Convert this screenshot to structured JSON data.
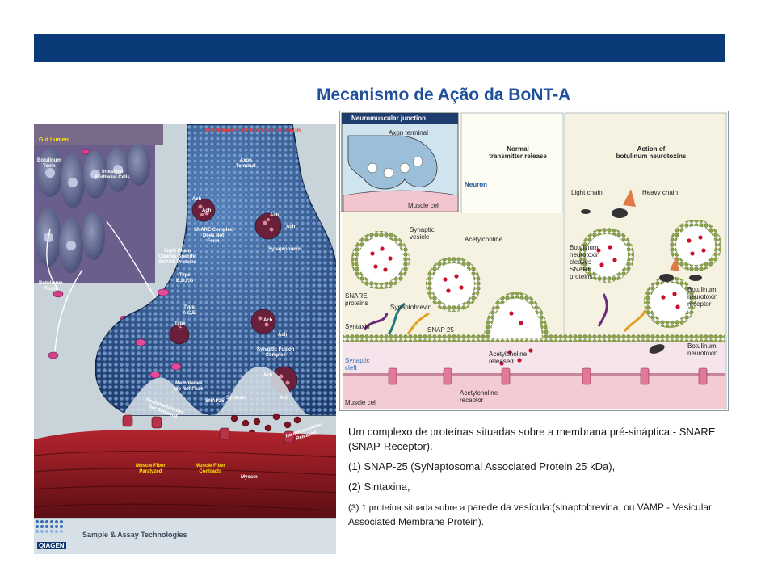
{
  "slide": {
    "title": "Mecanismo de Ação da BoNT-A"
  },
  "left_figure": {
    "heading": "Mechanism of Botulinum Toxin",
    "labels": {
      "gut_lumen": "Gut Lumen",
      "botulinum_toxin_top": "Botulinum\nToxin",
      "intestinal_cells": "Intestinal\nEpithelial Cells",
      "botulinum_toxin_side": "Botulinum\nToxin",
      "axon_terminal": "Axon\nTerminal",
      "ach_1": "Ach",
      "ach_2": "Ach",
      "ach_3": "Ach",
      "ach_4": "Ach",
      "ach_5": "Ach",
      "ach_6": "Ach",
      "ach_7": "Ach",
      "ach_8": "Ach",
      "snare_no_form": "SNARE Complex\nDoes Not\nForm",
      "synaptobrevin": "Synaptobrevin",
      "light_chain_cleaves": "Light Chain\nCleaves Specific\nSNARE Proteins",
      "type_befg": "Type\nB,D,F,G",
      "type_ace": "Type\nA,C,E",
      "type_c": "Type\nC",
      "synaptic_fusion": "Synaptic Fusion\nComplex",
      "membranes_no_fuse": "Membranes\nDo Not Fuse",
      "snap25": "SNAP25",
      "syntaxin": "Syntaxin",
      "neurotransmitter_not_released": "Neurotransmitter\nNot Released",
      "neurotransmitter_released": "Neurotransmitter\nReleased",
      "muscle_paralyzed": "Muscle Fiber\nParalyzed",
      "muscle_contracts": "Muscle Fiber\nContracts",
      "myosin": "Myosin"
    },
    "footer": {
      "brand": "QIAGEN",
      "tagline": "Sample & Assay Technologies"
    }
  },
  "right_figure": {
    "inset": {
      "heading": "Neuromuscular junction",
      "axon_terminal": "Axon terminal",
      "muscle_cell": "Muscle cell"
    },
    "panel_normal": {
      "heading": "Normal\ntransmitter release",
      "neuron": "Neuron",
      "synaptic_vesicle": "Synaptic\nvesicle",
      "acetylcholine": "Acetylcholine",
      "snare_proteins": "SNARE\nproteins",
      "synaptobrevin": "Synaptobrevin",
      "syntaxin": "Syntaxin",
      "snap25": "SNAP 25",
      "synaptic_cleft": "Synaptic\ncleft",
      "ach_released": "Acetylcholine\nreleased",
      "ach_receptor": "Acetylcholine\nreceptor",
      "muscle_cell": "Muscle cell"
    },
    "panel_toxin": {
      "heading": "Action of\nbotulinum neurotoxins",
      "light_chain": "Light chain",
      "heavy_chain": "Heavy chain",
      "toxin_cleaves": "Botulinum\nneurotoxin\ncleaves\nSNARE\nproteins",
      "toxin_receptor": "Botulinum\nneurotoxin\nreceptor",
      "toxin": "Botulinum\nneurotoxin"
    }
  },
  "text": {
    "intro": "Um complexo de proteínas situadas sobre a membrana pré-sináptica:- SNARE (SNAP-Receptor).",
    "item1": "(1) SNAP-25 (SyNaptosomal Associated Protein 25 kDa),",
    "item2": "(2) Sintaxina,",
    "item3_small": "(3) 1 proteína situada sobre a",
    "item3_rest": "parede da vesícula:(sinaptobrevina, ou VAMP - Vesicular Associated Membrane Protein)."
  }
}
